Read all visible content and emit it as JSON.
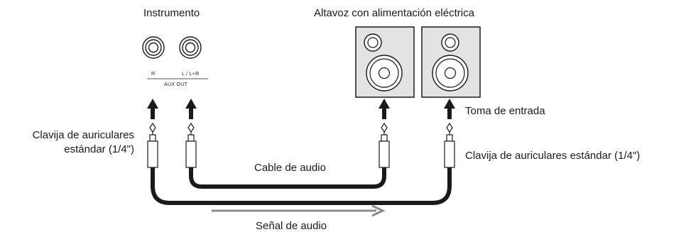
{
  "labels": {
    "instrument": "Instrumento",
    "speaker": "Altavoz con alimentación eléctrica",
    "jack_r": "R",
    "jack_l": "L / L+R",
    "aux_out": "AUX OUT",
    "input_jack": "Toma de entrada",
    "plug_left_line1": "Clavija de auriculares",
    "plug_left_line2": "estándar (1/4\")",
    "plug_right": "Clavija de auriculares estándar (1/4\")",
    "cable": "Cable de audio",
    "signal": "Señal de audio"
  },
  "colors": {
    "ink": "#1a1a1a",
    "speaker_fill": "#e3e3e3",
    "signal_arrow": "#8c8c8c"
  }
}
